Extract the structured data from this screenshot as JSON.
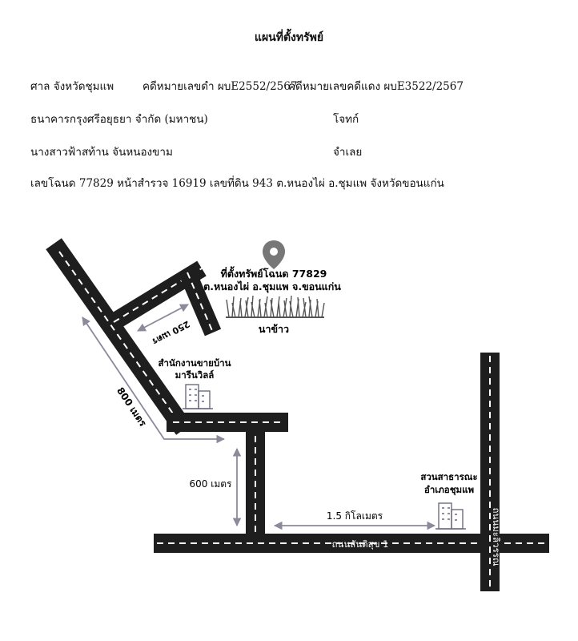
{
  "header": {
    "title": "แผนที่ตั้งทรัพย์",
    "court": "ศาล จังหวัดชุมแพ",
    "black_case": "คดีหมายเลขดำ ผบE2552/2567",
    "red_case": "คดีหมายเลขคดีแดง ผบE3522/2567",
    "plaintiff": "ธนาคารกรุงศรีอยุธยา  จำกัด (มหาชน)",
    "plaintiff_role": "โจทก์",
    "defendant": "นางสาวฟ้าสท้าน จันหนองขาม",
    "defendant_role": "จำเลย",
    "deed": "เลขโฉนด 77829 หน้าสำรวจ  16919 เลขที่ดิน 943 ต.หนองไผ่ อ.ชุมแพ  จังหวัดขอนแก่น"
  },
  "map": {
    "property_line1": "ที่ตั้งทรัพย์โฉนด 77829",
    "property_line2": "ต.หนองไผ่ อ.ชุมแพ จ.ขอนแก่น",
    "rice_field": "นาข้าว",
    "dist_250": "250 เมตร",
    "dist_800": "800 เมตร",
    "dist_600": "600 เมตร",
    "dist_1_5km": "1.5 กิโลเมตร",
    "sales_office_line1": "สำนักงานขายบ้าน",
    "sales_office_line2": "มารีนวิลล์",
    "park_line1": "สวนสาธารณะ",
    "park_line2": "อำเภอชุมแพ",
    "road_santisuk": "ถนนสันติสุข 1",
    "road_vertical": "ถนนมะลิวรรณ"
  }
}
